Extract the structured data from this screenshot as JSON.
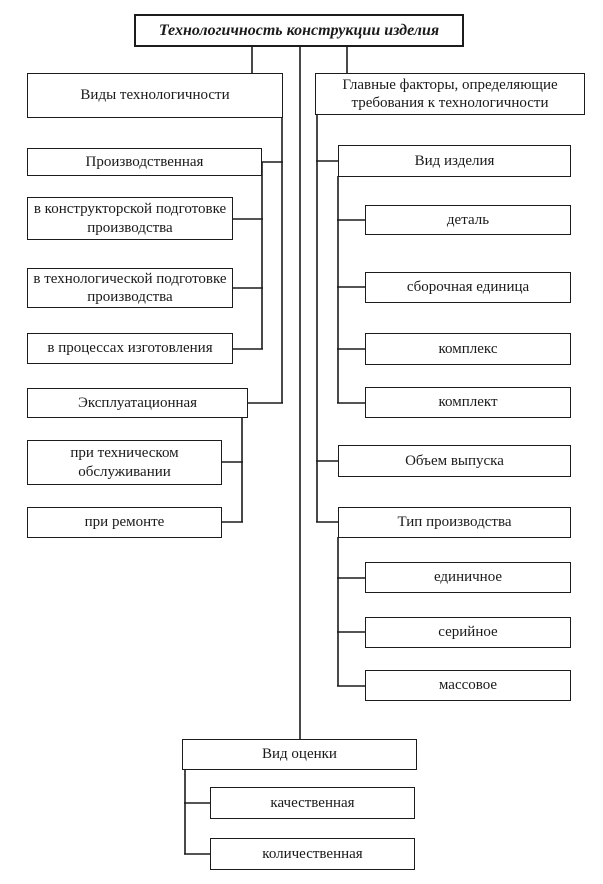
{
  "title": "Технологичность конструкции изделия",
  "left": {
    "header": "Виды технологичности",
    "production": {
      "label": "Производственная",
      "children": [
        "в конструкторской подготовке производства",
        "в технологической подготовке производства",
        "в процессах изготовления"
      ]
    },
    "operational": {
      "label": "Эксплуатационная",
      "children": [
        "при техническом обслуживании",
        "при ремонте"
      ]
    }
  },
  "right": {
    "header": "Главные факторы, определяющие требования к технологичности",
    "product_kind": {
      "label": "Вид изделия",
      "children": [
        "деталь",
        "сборочная единица",
        "комплекс",
        "комплект"
      ]
    },
    "output_volume": {
      "label": "Объем выпуска"
    },
    "production_type": {
      "label": "Тип производства",
      "children": [
        "единичное",
        "серийное",
        "массовое"
      ]
    }
  },
  "bottom": {
    "header": "Вид оценки",
    "children": [
      "качественная",
      "количественная"
    ]
  },
  "colors": {
    "line": "#1c1c1c",
    "background": "#ffffff",
    "box_background": "#ffffff"
  }
}
